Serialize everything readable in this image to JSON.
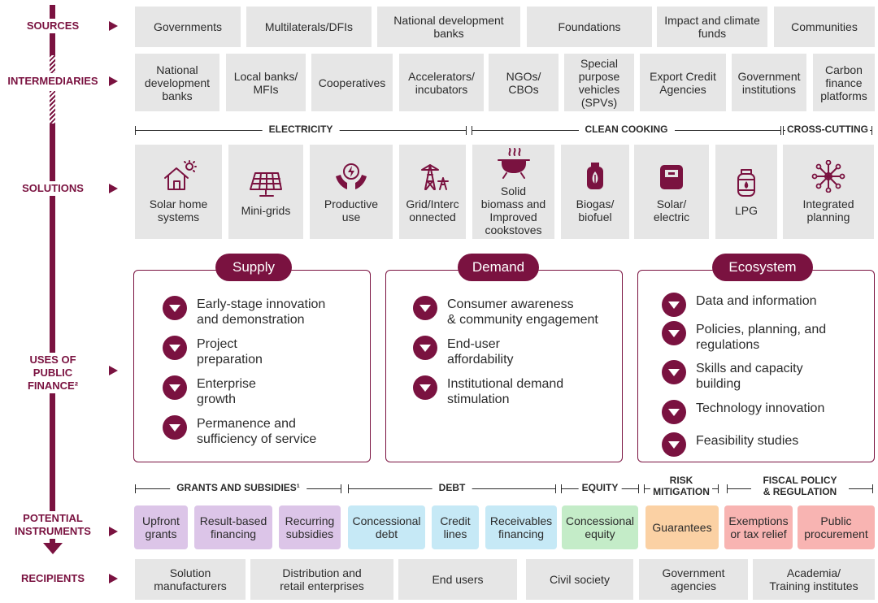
{
  "colors": {
    "accent": "#7a1240",
    "box_grey": "#e6e6e6",
    "grants": "#dcc5e8",
    "debt": "#c6e9f6",
    "equity": "#c4ecc8",
    "risk": "#fbd1a4",
    "fiscal": "#f8b4b2"
  },
  "rows": {
    "sources": "SOURCES",
    "intermediaries": "INTERMEDIARIES",
    "solutions": "SOLUTIONS",
    "uses": [
      "USES OF",
      "PUBLIC",
      "FINANCE²"
    ],
    "instruments": [
      "POTENTIAL",
      "INSTRUMENTS"
    ],
    "recipients": "RECIPIENTS"
  },
  "sources": [
    [
      "Governments"
    ],
    [
      "Multilaterals/DFIs"
    ],
    [
      "National development",
      "banks"
    ],
    [
      "Foundations"
    ],
    [
      "Impact and climate",
      "funds"
    ],
    [
      "Communities"
    ]
  ],
  "intermediaries": [
    [
      "National",
      "development",
      "banks"
    ],
    [
      "Local banks/",
      "MFIs"
    ],
    [
      "Cooperatives"
    ],
    [
      "Accelerators/",
      "incubators"
    ],
    [
      "NGOs/",
      "CBOs"
    ],
    [
      "Special",
      "purpose",
      "vehicles",
      "(SPVs)"
    ],
    [
      "Export Credit",
      "Agencies"
    ],
    [
      "Government",
      "institutions"
    ],
    [
      "Carbon",
      "finance",
      "platforms"
    ]
  ],
  "solution_groups": {
    "electricity": "ELECTRICITY",
    "clean_cooking": "CLEAN COOKING",
    "cross_cutting": "CROSS-CUTTING"
  },
  "solutions": [
    {
      "icon": "solar-home-icon",
      "lines": [
        "Solar home",
        "systems"
      ]
    },
    {
      "icon": "solar-panel-icon",
      "lines": [
        "Mini-grids"
      ]
    },
    {
      "icon": "hands-energy-icon",
      "lines": [
        "Productive",
        "use"
      ]
    },
    {
      "icon": "transmission-tower-icon",
      "lines": [
        "Grid/Interc",
        "onnected"
      ]
    },
    {
      "icon": "cooking-pot-icon",
      "lines": [
        "Solid",
        "biomass and",
        "Improved",
        "cookstoves"
      ]
    },
    {
      "icon": "biogas-cylinder-icon",
      "lines": [
        "Biogas/",
        "biofuel"
      ]
    },
    {
      "icon": "electric-cooker-icon",
      "lines": [
        "Solar/",
        "electric"
      ]
    },
    {
      "icon": "lpg-cylinder-icon",
      "lines": [
        "LPG"
      ]
    },
    {
      "icon": "network-hub-icon",
      "lines": [
        "Integrated",
        "planning"
      ]
    }
  ],
  "uses": {
    "supply": {
      "title": "Supply",
      "items": [
        [
          "Early-stage innovation",
          "and demonstration"
        ],
        [
          "Project",
          "preparation"
        ],
        [
          "Enterprise",
          "growth"
        ],
        [
          "Permanence and",
          "sufficiency of service"
        ]
      ]
    },
    "demand": {
      "title": "Demand",
      "items": [
        [
          "Consumer awareness",
          "& community engagement"
        ],
        [
          "End-user",
          "affordability"
        ],
        [
          "Institutional demand",
          "stimulation"
        ]
      ]
    },
    "ecosystem": {
      "title": "Ecosystem",
      "items": [
        [
          "Data and information"
        ],
        [
          "Policies, planning, and",
          "regulations"
        ],
        [
          "Skills and capacity",
          "building"
        ],
        [
          "Technology innovation"
        ],
        [
          "Feasibility studies"
        ]
      ]
    }
  },
  "instrument_groups": {
    "grants": "GRANTS AND SUBSIDIES¹",
    "debt": "DEBT",
    "equity": "EQUITY",
    "risk": [
      "RISK",
      "MITIGATION"
    ],
    "fiscal": [
      "FISCAL POLICY",
      "& REGULATION"
    ]
  },
  "instruments": [
    {
      "group": "grants",
      "lines": [
        "Upfront",
        "grants"
      ]
    },
    {
      "group": "grants",
      "lines": [
        "Result-based",
        "financing"
      ]
    },
    {
      "group": "grants",
      "lines": [
        "Recurring",
        "subsidies"
      ]
    },
    {
      "group": "debt",
      "lines": [
        "Concessional",
        "debt"
      ]
    },
    {
      "group": "debt",
      "lines": [
        "Credit",
        "lines"
      ]
    },
    {
      "group": "debt",
      "lines": [
        "Receivables",
        "financing"
      ]
    },
    {
      "group": "equity",
      "lines": [
        "Concessional",
        "equity"
      ]
    },
    {
      "group": "risk",
      "lines": [
        "Guarantees"
      ]
    },
    {
      "group": "fiscal",
      "lines": [
        "Exemptions",
        "or tax relief"
      ]
    },
    {
      "group": "fiscal",
      "lines": [
        "Public",
        "procurement"
      ]
    }
  ],
  "recipients": [
    [
      "Solution",
      "manufacturers"
    ],
    [
      "Distribution and",
      "retail enterprises"
    ],
    [
      "End users"
    ],
    [
      "Civil society"
    ],
    [
      "Government",
      "agencies"
    ],
    [
      "Academia/",
      "Training institutes"
    ]
  ]
}
